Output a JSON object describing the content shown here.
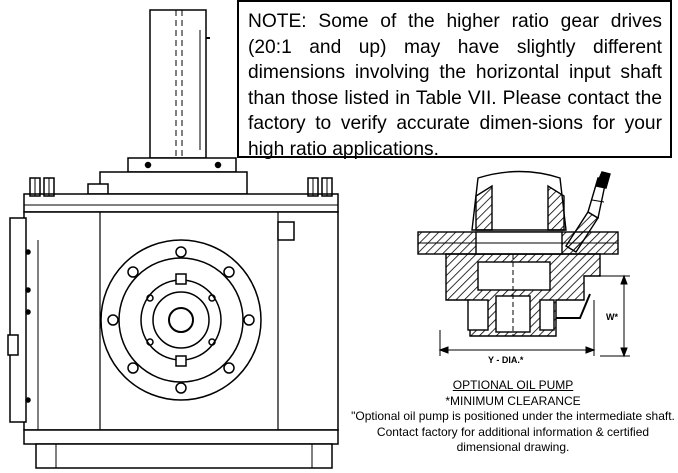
{
  "note": {
    "text": "NOTE: Some of the higher ratio gear drives (20:1 and up) may have slightly different dimensions involving the horizontal input shaft than those listed in Table VII. Please contact the factory to verify accurate dimen-sions for your high ratio applications."
  },
  "pump_detail": {
    "dim_y_label": "Y - DIA.*",
    "dim_w_label": "W*"
  },
  "caption": {
    "title": "OPTIONAL OIL PUMP",
    "subtitle": "*MINIMUM CLEARANCE",
    "body": "\"Optional oil pump is positioned under the intermediate shaft. Contact factory for additional information & certified dimensional drawing."
  }
}
